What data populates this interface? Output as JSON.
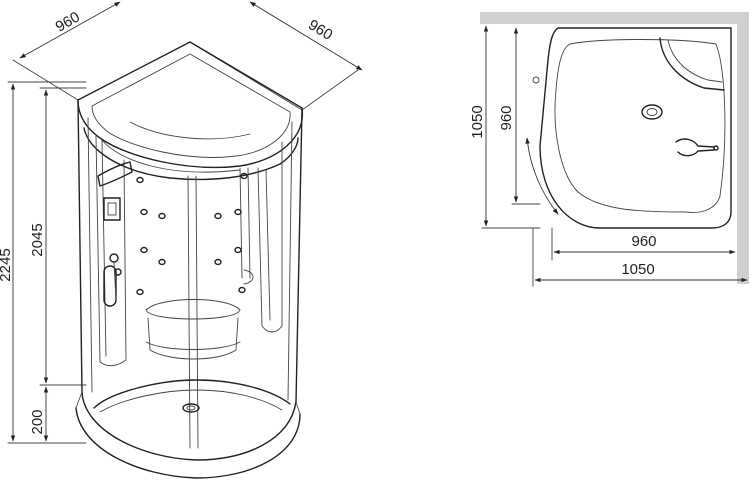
{
  "dimensions": {
    "iso_depth_left": "960",
    "iso_depth_right": "960",
    "total_height": "2245",
    "cabin_height": "2045",
    "base_height": "200",
    "plan_depth_outer": "1050",
    "plan_depth_inner": "960",
    "plan_width_inner": "960",
    "plan_width_outer": "1050"
  },
  "colors": {
    "line": "#222222",
    "wall": "#cfcfcf"
  }
}
